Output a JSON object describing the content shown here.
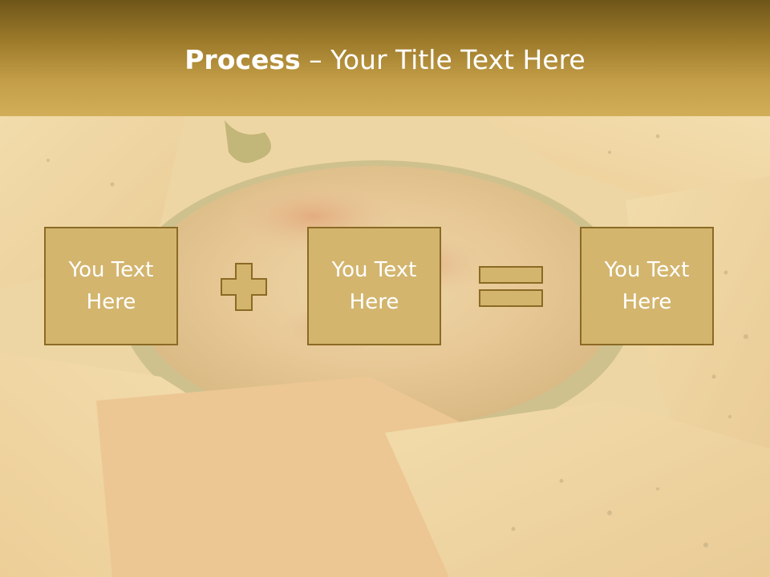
{
  "slide": {
    "title_bold": "Process",
    "title_dash": " – ",
    "title_rest": "Your Title Text Here",
    "background": "hummus-and-pita-chips-photo",
    "colors": {
      "header_top": "#6e5519",
      "header_bottom": "#d2ae59",
      "box_fill": "#d3b56e",
      "box_border": "#8b6a25",
      "text": "#ffffff"
    }
  },
  "process": {
    "boxes": [
      {
        "text": "You Text Here"
      },
      {
        "text": "You Text Here"
      },
      {
        "text": "You Text Here"
      }
    ],
    "operators": [
      "plus-icon",
      "equals-icon"
    ]
  }
}
